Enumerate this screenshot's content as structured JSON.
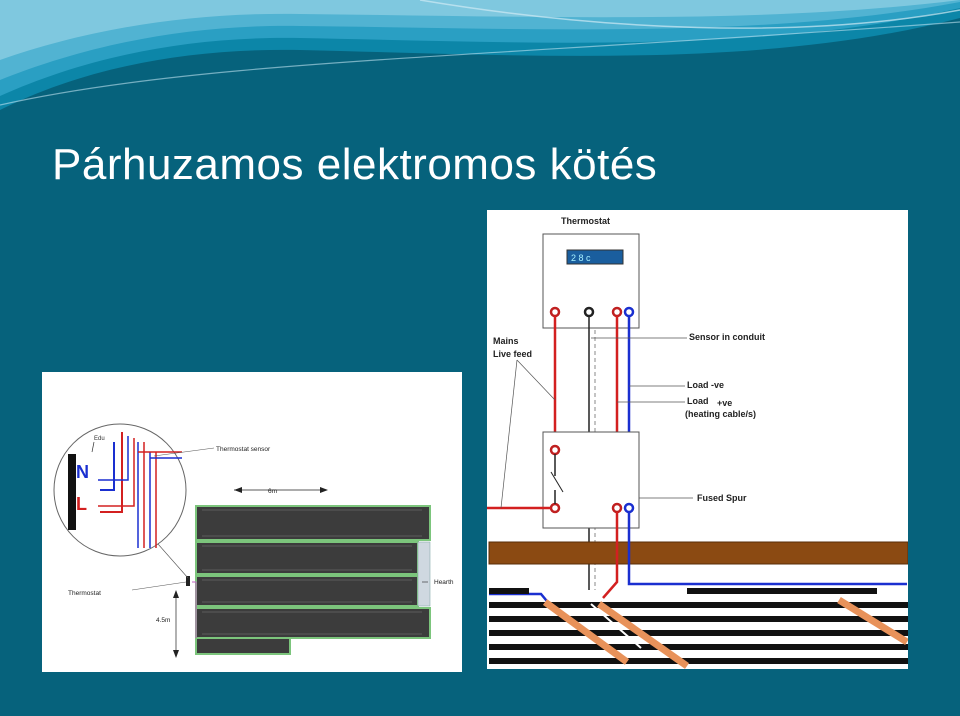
{
  "slide": {
    "title": "Párhuzamos elektromos kötés"
  },
  "left_diagram": {
    "zoom_labels": {
      "neutral": "N",
      "live": "L",
      "small": "Edu"
    },
    "thermostat_sensor": "Thermostat sensor",
    "width_label": "6m",
    "hearth_label": "Hearth",
    "thermostat_label": "Thermostat",
    "height_label": "4.5m"
  },
  "right_diagram": {
    "thermostat_title": "Thermostat",
    "display_value": "2 8 c",
    "mains_label_1": "Mains",
    "mains_label_2": "Live feed",
    "sensor_label": "Sensor in conduit",
    "load_neg_label": "Load -ve",
    "load_pos_label_1": "Load",
    "load_pos_label_2": "+ve",
    "load_pos_label_3": "(heating cable/s)",
    "fused_spur_label": "Fused Spur"
  },
  "colors": {
    "background": "#06627c",
    "wave_light": "#5bb8d6",
    "live_wire": "#d32020",
    "neutral_wire": "#1a2fd0",
    "floor_brown": "#8b4a12",
    "cable_orange": "#e8925a"
  }
}
